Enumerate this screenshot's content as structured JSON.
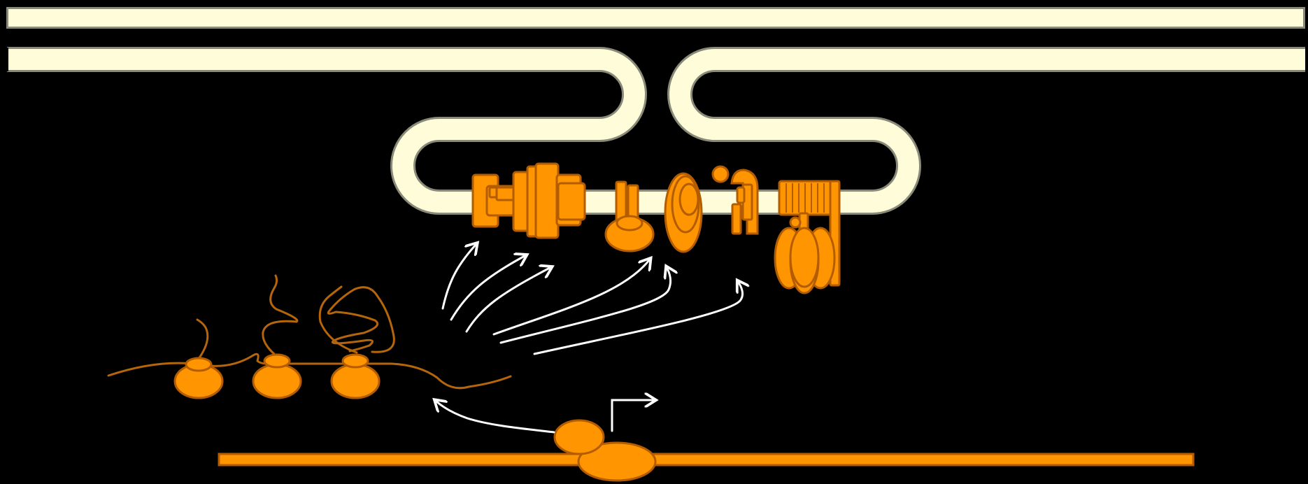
{
  "colors": {
    "background": "#000000",
    "membrane_fill": "#FFFDD9",
    "membrane_edge": "#8A8A7A",
    "complex_fill": "#FF9500",
    "complex_edge": "#B35C00",
    "mrna": "#B5650A",
    "arrow": "#FFFFFF"
  },
  "diagram": {
    "elements": [
      {
        "name": "outer-membrane-top",
        "icon": "membrane-bar"
      },
      {
        "name": "inner-membrane-with-cristae",
        "icon": "membrane-fold"
      },
      {
        "name": "complex-i",
        "icon": "l-shaped-complex"
      },
      {
        "name": "complex-ii",
        "icon": "small-complex"
      },
      {
        "name": "complex-iii",
        "icon": "dimer-complex"
      },
      {
        "name": "cytochrome-c",
        "icon": "small-circle"
      },
      {
        "name": "complex-iv",
        "icon": "complex"
      },
      {
        "name": "atp-synthase",
        "icon": "rotor-complex"
      },
      {
        "name": "mrna-with-ribosomes",
        "icon": "polysome"
      },
      {
        "name": "mtdna-strand",
        "icon": "dna-bar"
      },
      {
        "name": "transcription-start-arrow",
        "icon": "bent-arrow"
      }
    ]
  }
}
